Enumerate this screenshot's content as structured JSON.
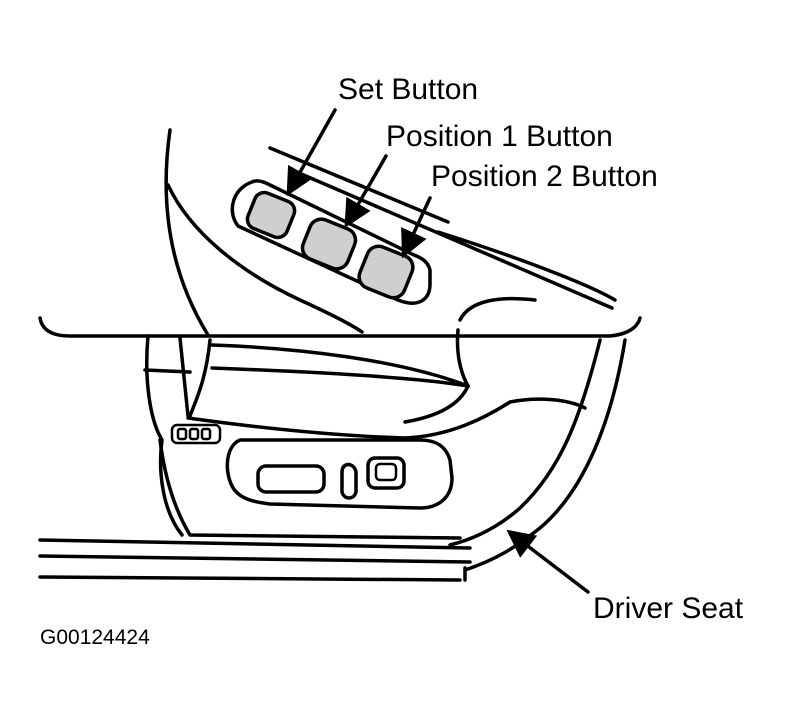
{
  "labels": {
    "set_button": "Set Button",
    "position_1_button": "Position 1 Button",
    "position_2_button": "Position 2 Button",
    "driver_seat": "Driver Seat"
  },
  "figure_id": "G00124424",
  "colors": {
    "line": "#000000",
    "button_fill": "#cfcfcf",
    "background": "#ffffff"
  }
}
